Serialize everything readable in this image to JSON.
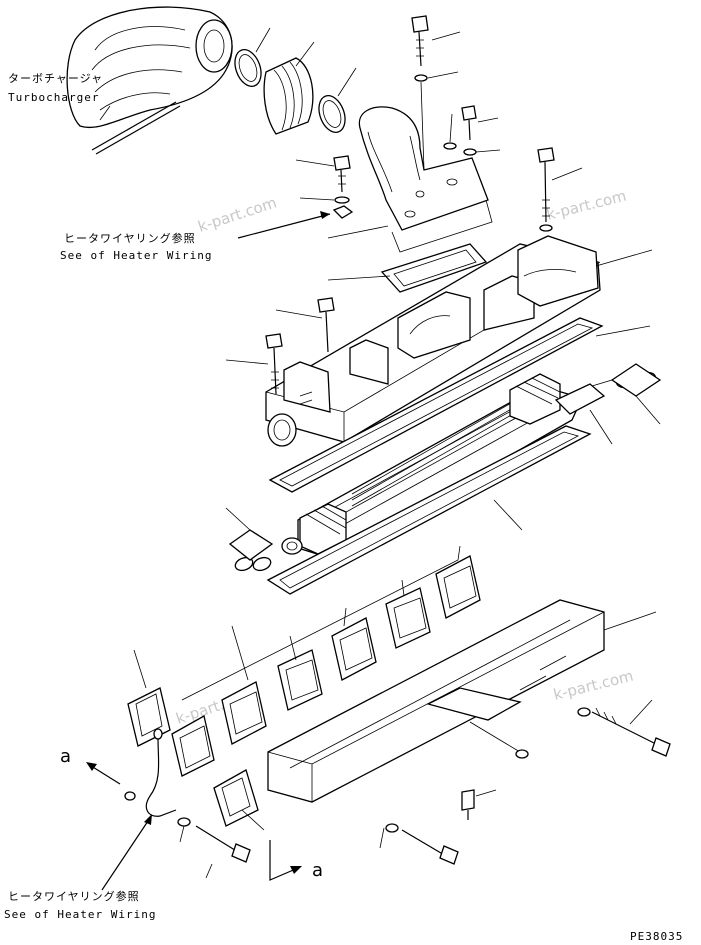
{
  "labels": {
    "turbo_jp": "ターボチャージャ",
    "turbo_en": "Turbocharger",
    "heater1_jp": "ヒータワイヤリング参照",
    "heater1_en": "See of Heater Wiring",
    "heater2_jp": "ヒータワイヤリング参照",
    "heater2_en": "See of Heater Wiring",
    "ref_a_left": "a",
    "ref_a_bottom": "a",
    "figure_code": "PE38035"
  },
  "watermarks": [
    "k-part.com",
    "k-part.com",
    "k-part.com",
    "k-part.com"
  ]
}
